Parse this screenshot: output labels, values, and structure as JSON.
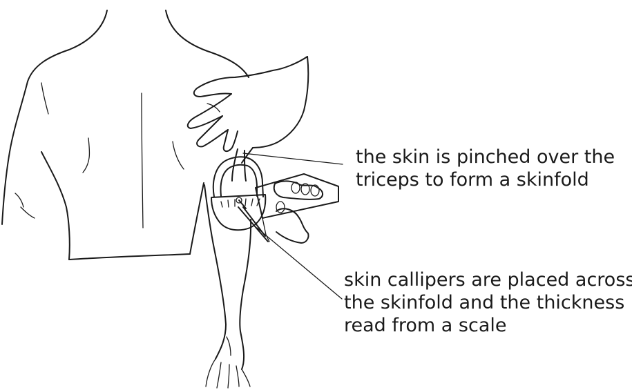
{
  "labels": {
    "pinch": {
      "lines": [
        "the skin is pinched over the",
        "triceps to form a skinfold"
      ]
    },
    "calliper": {
      "lines": [
        "skin callipers are placed across",
        "the skinfold and the thickness",
        "read from a scale"
      ]
    }
  },
  "colors": {
    "ink": "#1a1a1a",
    "background": "#ffffff"
  }
}
